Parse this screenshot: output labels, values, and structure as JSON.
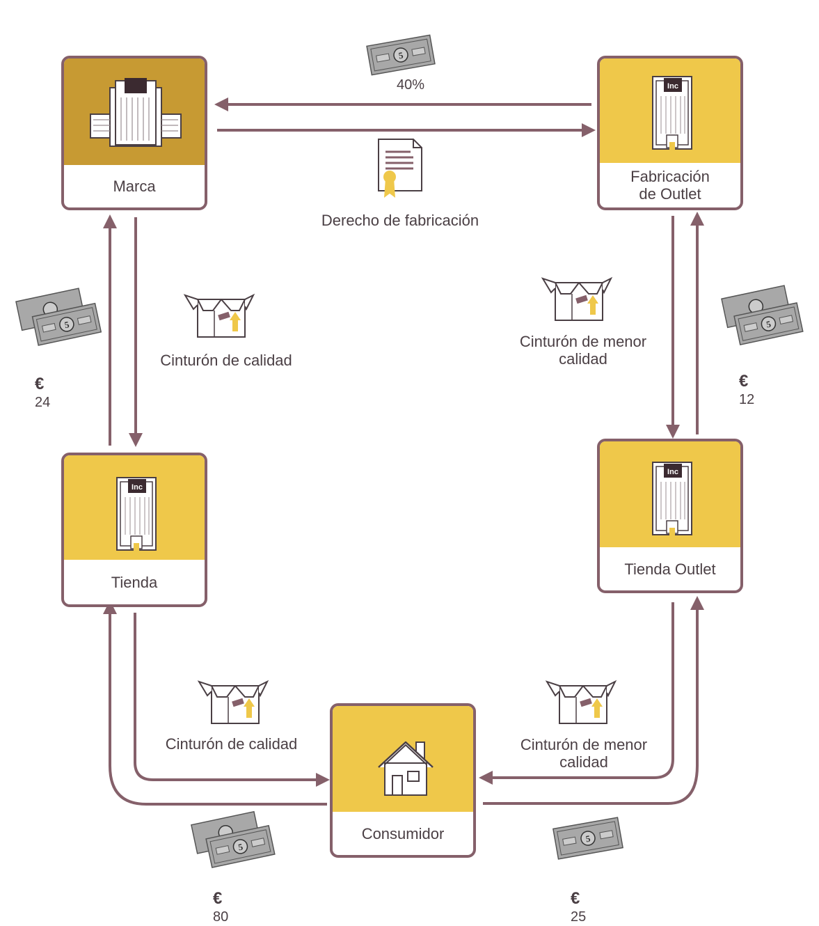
{
  "colors": {
    "arrow": "#85606a",
    "brand_fill": "#c79a33",
    "node_fill": "#efc84a",
    "border": "#85606a",
    "money": "#a8a8a8",
    "text": "#4a3f44"
  },
  "nodes": {
    "marca": "Marca",
    "fabricacion": "Fabricación\nde Outlet",
    "tienda": "Tienda",
    "tienda_outlet": "Tienda Outlet",
    "consumidor": "Consumidor"
  },
  "labels": {
    "royalty_percent": "40%",
    "manufacturing_right": "Derecho de fabricación",
    "quality_belt_left": "Cinturón de calidad",
    "lower_quality_belt_right": "Cinturón de menor\ncalidad",
    "quality_belt_bottom": "Cinturón de calidad",
    "lower_quality_belt_bottom": "Cinturón de menor\ncalidad"
  },
  "prices": {
    "currency_symbol": "€",
    "tienda_to_marca": "24",
    "outlet_to_fabricacion": "12",
    "consumer_to_tienda": "80",
    "consumer_to_outlet": "25"
  },
  "banknote_value": "5",
  "building_badge": "Inc"
}
